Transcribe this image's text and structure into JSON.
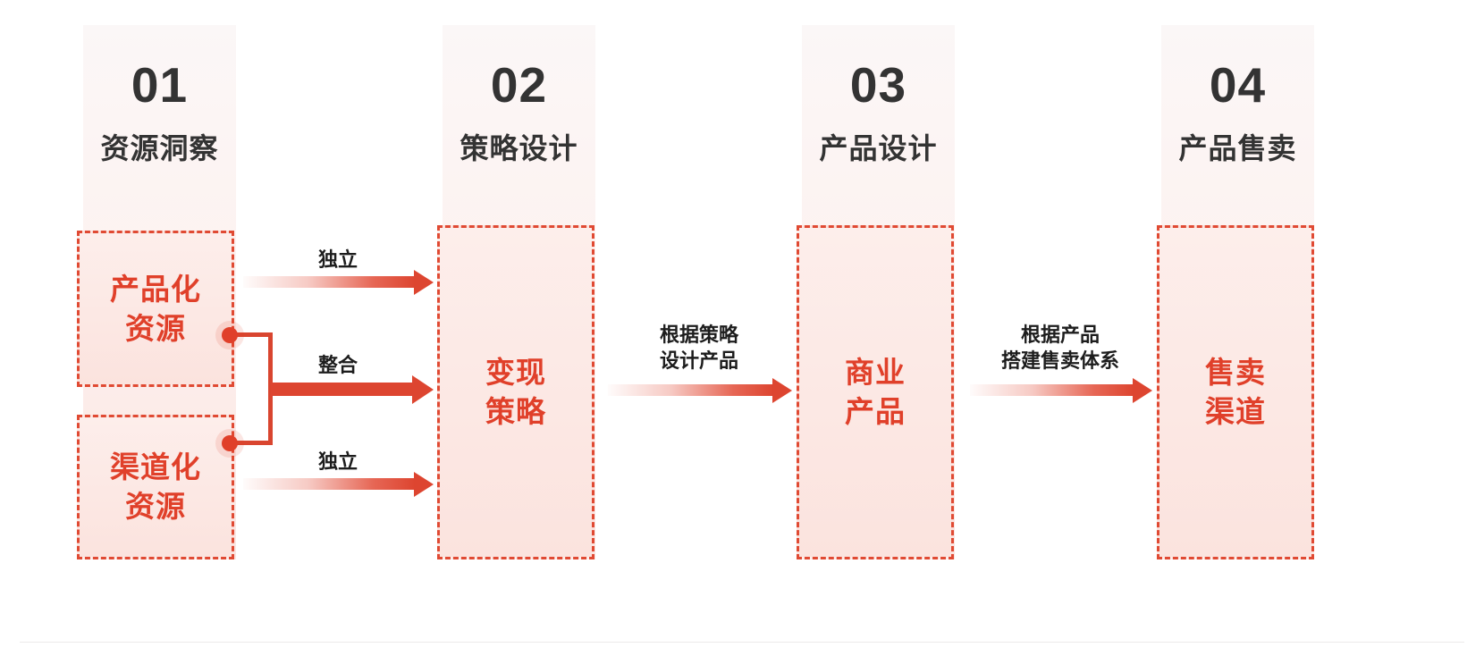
{
  "diagram": {
    "title_hidden": "",
    "accent_color": "#e0402a",
    "columns": [
      {
        "number": "01",
        "title": "资源洞察"
      },
      {
        "number": "02",
        "title": "策略设计"
      },
      {
        "number": "03",
        "title": "产品设计"
      },
      {
        "number": "04",
        "title": "产品售卖"
      }
    ],
    "nodes": [
      {
        "id": "n1",
        "label": "产品化\n资源"
      },
      {
        "id": "n2",
        "label": "渠道化\n资源"
      },
      {
        "id": "n3",
        "label": "变现\n策略"
      },
      {
        "id": "n4",
        "label": "商业\n产品"
      },
      {
        "id": "n5",
        "label": "售卖\n渠道"
      }
    ],
    "arrows": [
      {
        "id": "a1",
        "label": "独立",
        "style": "fade"
      },
      {
        "id": "a2",
        "label": "整合",
        "style": "solid"
      },
      {
        "id": "a3",
        "label": "独立",
        "style": "fade"
      },
      {
        "id": "a4",
        "label": "根据策略\n设计产品",
        "style": "fade"
      },
      {
        "id": "a5",
        "label": "根据产品\n搭建售卖体系",
        "style": "fade"
      }
    ]
  }
}
